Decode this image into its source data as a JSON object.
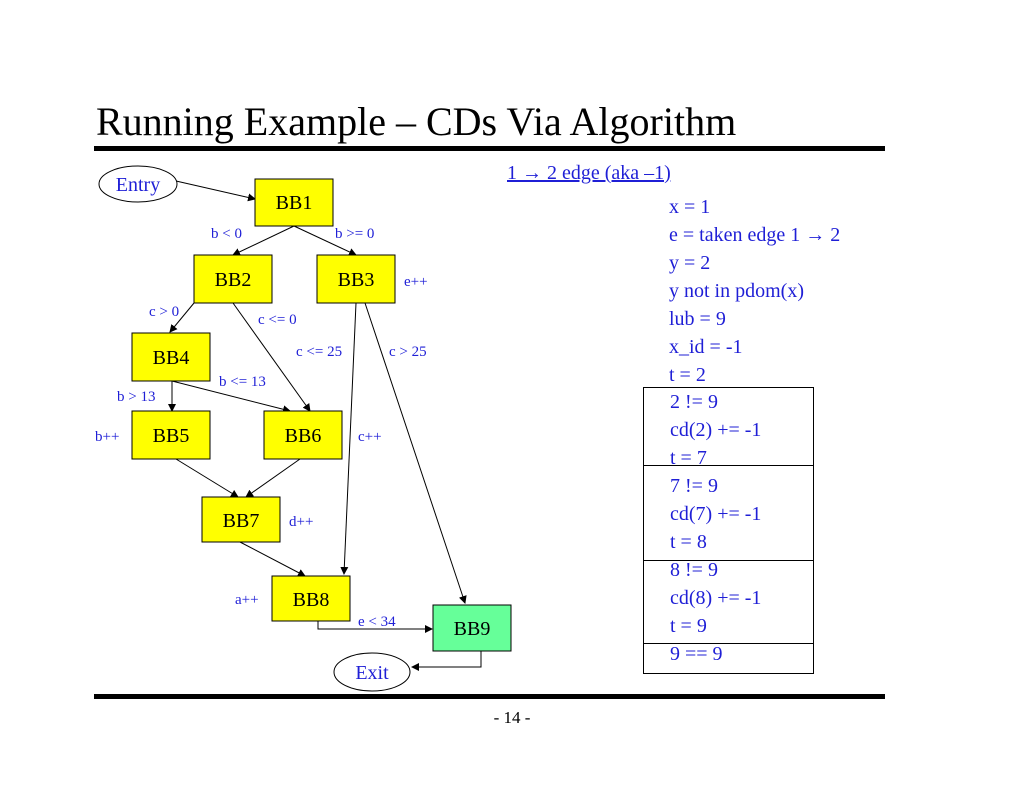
{
  "slide": {
    "title": "Running Example – CDs Via Algorithm",
    "page_number": "- 14 -"
  },
  "diagram": {
    "colors": {
      "block": "#ffff00",
      "exit_block": "#66ff99",
      "label": "#1f1fd6"
    },
    "nodes": {
      "entry": "Entry",
      "exit": "Exit",
      "bb1": "BB1",
      "bb2": "BB2",
      "bb3": "BB3",
      "bb4": "BB4",
      "bb5": "BB5",
      "bb6": "BB6",
      "bb7": "BB7",
      "bb8": "BB8",
      "bb9": "BB9"
    },
    "edge_labels": {
      "bb1_bb2": "b < 0",
      "bb1_bb3": "b >= 0",
      "bb2_bb4": "c > 0",
      "bb2_bb6": "c <= 0",
      "bb3_bb8": "c <= 25",
      "bb3_bb9": "c > 25",
      "bb4_bb5": "b > 13",
      "bb4_bb6": "b <= 13",
      "bb8_bb9": "e < 34"
    },
    "block_labels": {
      "bb3": "e++",
      "bb5": "b++",
      "bb6": "c++",
      "bb7": "d++",
      "bb8": "a++"
    }
  },
  "walkthrough": {
    "edge_title": "1 → 2 edge (aka –1)",
    "steps": [
      "x = 1",
      "e = taken edge 1 → 2",
      "y = 2",
      "y not in pdom(x)",
      "lub = 9",
      "x_id = -1",
      "t = 2"
    ],
    "iterations": [
      [
        "2 != 9",
        "cd(2) += -1",
        "t = 7"
      ],
      [
        "7 != 9",
        "cd(7) += -1",
        "t = 8"
      ],
      [
        "8 != 9",
        "cd(8) += -1",
        "t = 9"
      ],
      [
        "9 == 9"
      ]
    ]
  }
}
